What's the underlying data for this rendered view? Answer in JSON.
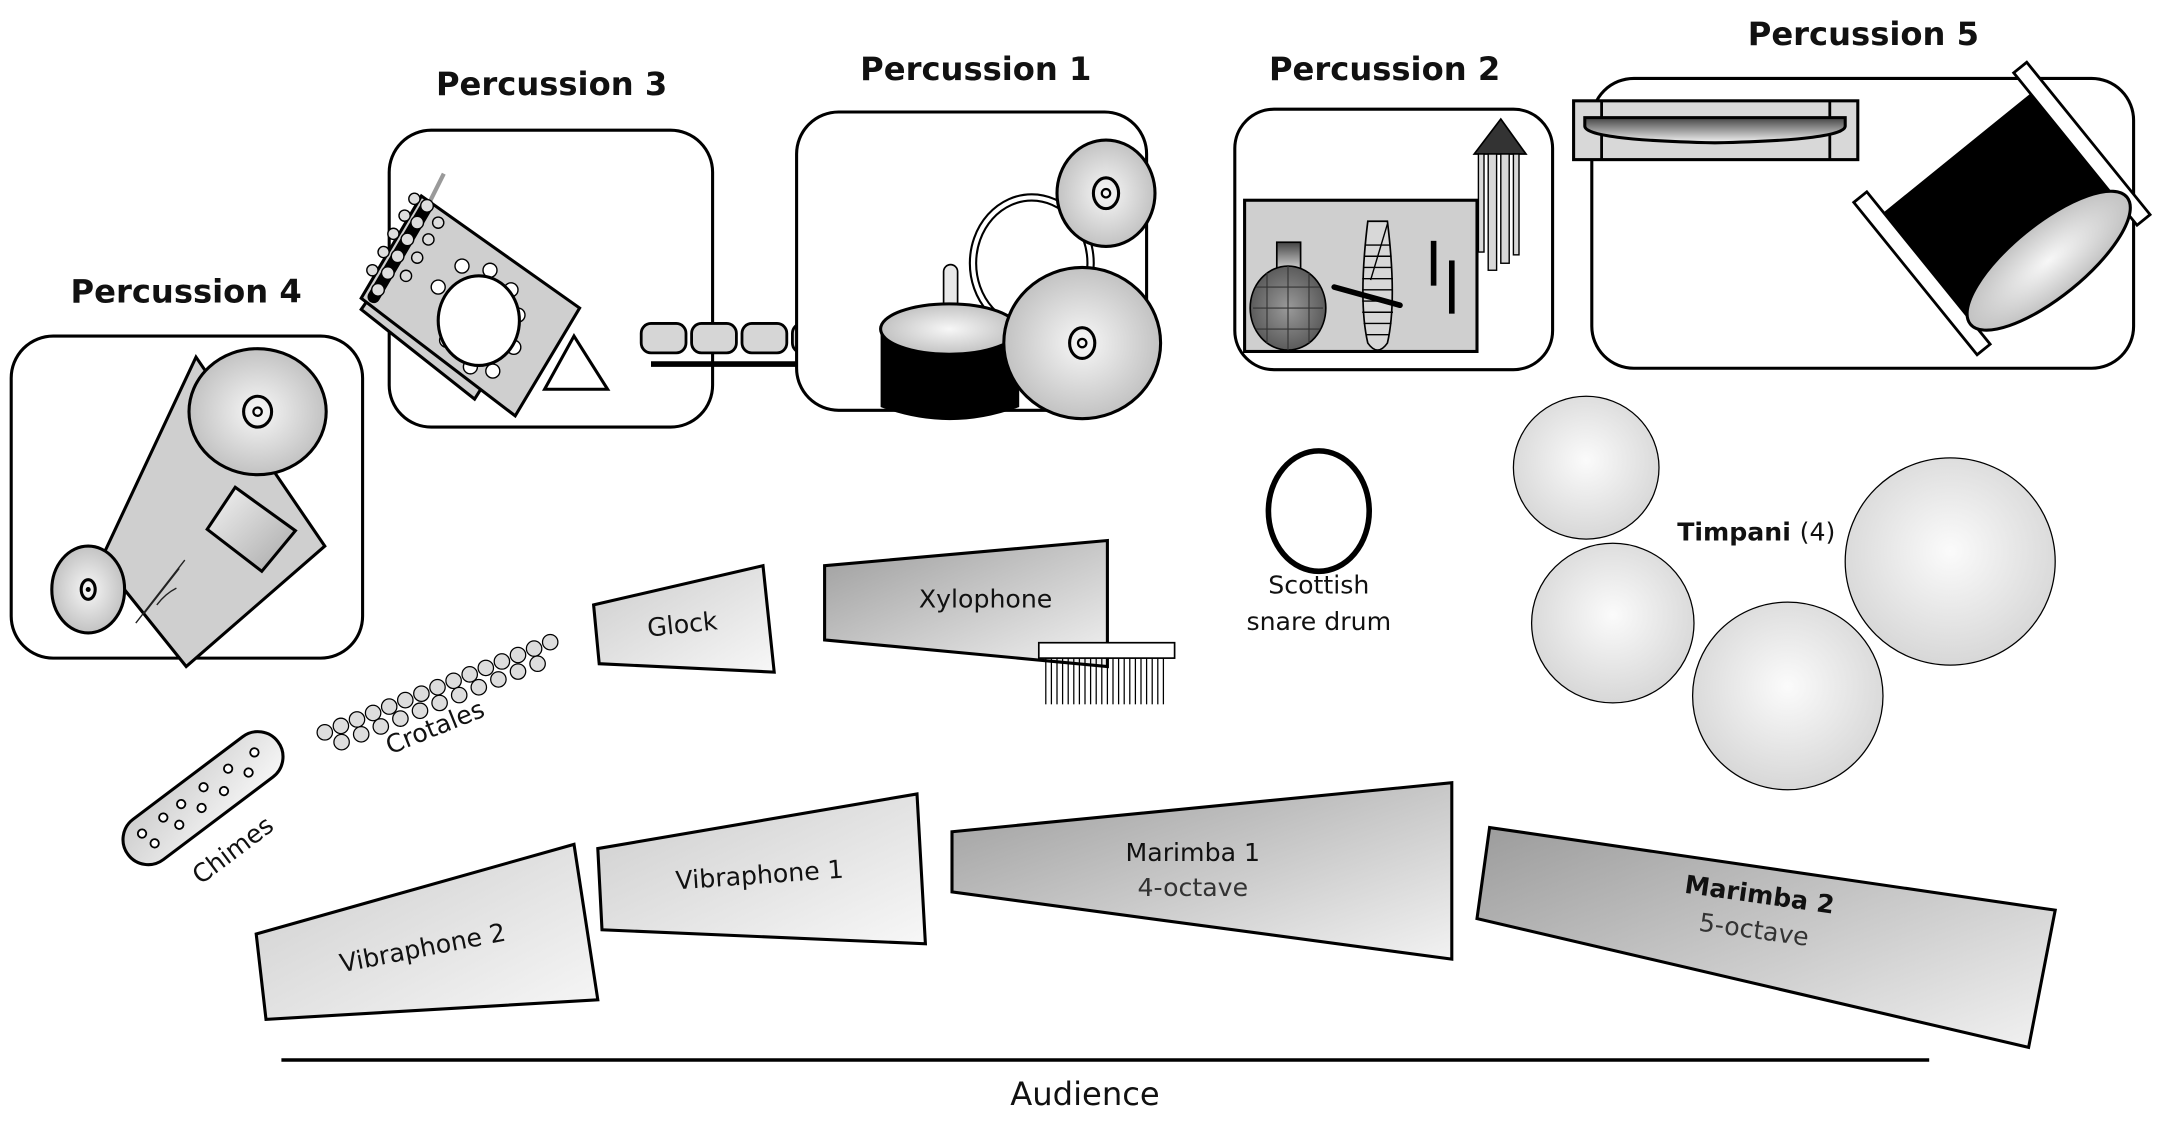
{
  "diagram": {
    "type": "stage-setup",
    "subject": "Percussion ensemble layout"
  },
  "stations": [
    {
      "id": "perc4",
      "label": "Percussion 4",
      "contents": [
        "cymbal-large",
        "cymbal-small",
        "tray-table",
        "drum-pad"
      ]
    },
    {
      "id": "perc3",
      "label": "Percussion 3",
      "contents": [
        "tray-table",
        "tambourine",
        "triangle",
        "rack-of-mallets"
      ]
    },
    {
      "id": "perc1",
      "label": "Percussion 1",
      "contents": [
        "temple-blocks",
        "bass-drum",
        "cymbal-small",
        "cymbal-large",
        "ring-stand"
      ]
    },
    {
      "id": "perc2",
      "label": "Percussion 2",
      "contents": [
        "shekere",
        "guiro",
        "claves",
        "mark-tree"
      ]
    },
    {
      "id": "perc5",
      "label": "Percussion 5",
      "contents": [
        "thunder-sheet",
        "bass-drum-large"
      ]
    }
  ],
  "instruments": {
    "glock": {
      "label": "Glock"
    },
    "xylophone": {
      "label": "Xylophone"
    },
    "crotales": {
      "label": "Crotales"
    },
    "chimes": {
      "label": "Chimes"
    },
    "scottish_snare": {
      "line1": "Scottish",
      "line2": "snare drum"
    },
    "timpani": {
      "label": "Timpani",
      "count": "(4)"
    },
    "vibraphone1": {
      "label": "Vibraphone 1"
    },
    "vibraphone2": {
      "label": "Vibraphone 2"
    },
    "marimba1": {
      "label": "Marimba 1",
      "range": "4-octave"
    },
    "marimba2": {
      "label": "Marimba 2",
      "range": "5-octave"
    }
  },
  "audience": {
    "label": "Audience"
  },
  "colors": {
    "outline": "#000000",
    "panel_light": "#f2f2f2",
    "panel_mid": "#cfcfcf",
    "panel_dark": "#9a9a9a",
    "background": "#ffffff"
  }
}
